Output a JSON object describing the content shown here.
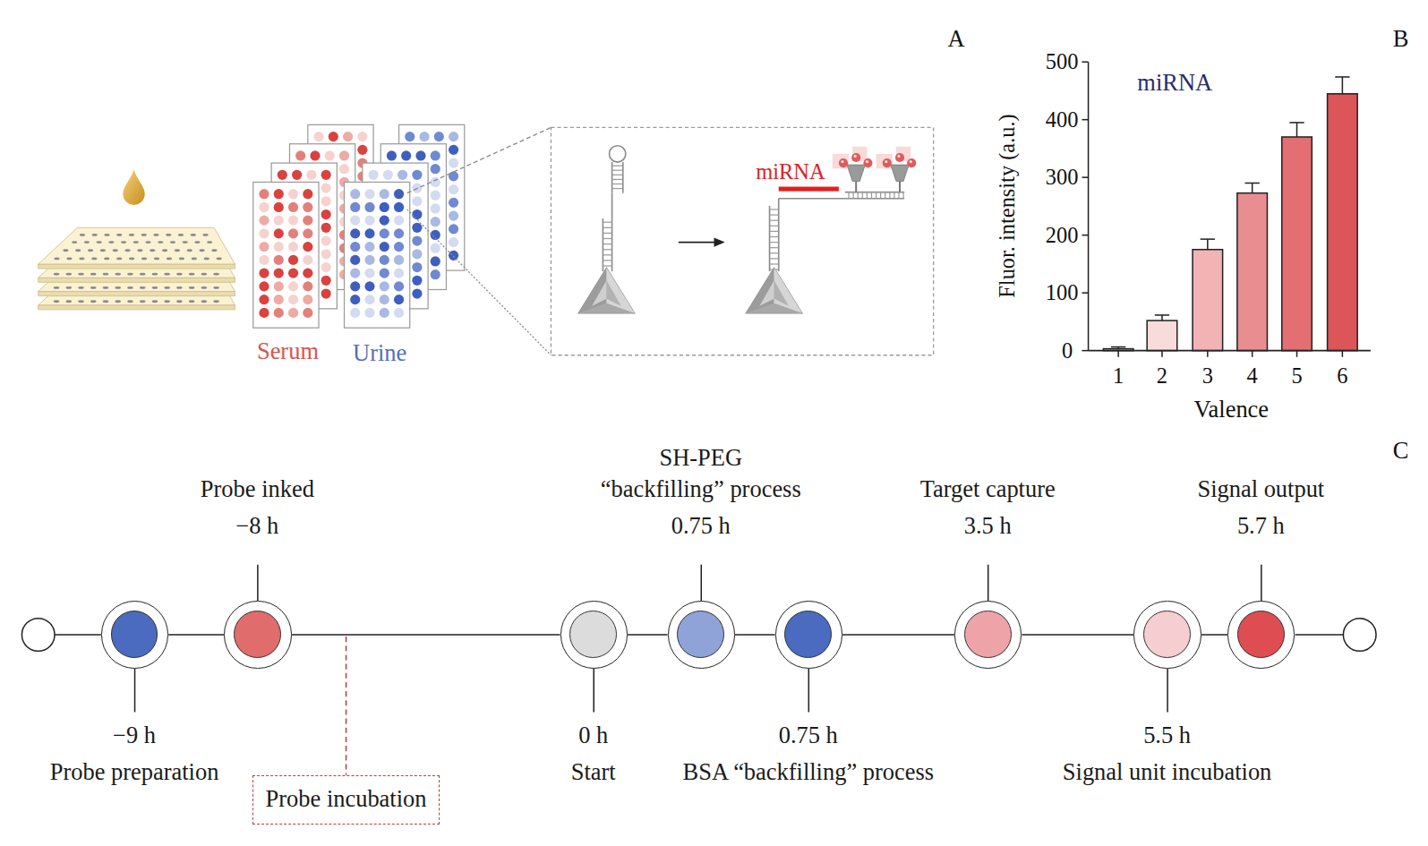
{
  "diagram": {
    "nodes": [
      {
        "text": [
          "−9 h",
          "Probe preparation"
        ]
      },
      {
        "text": [
          "Probe inked",
          "−8 h"
        ]
      },
      {
        "text": [
          "Probe incubation"
        ]
      },
      {
        "text": [
          "0 h",
          "Start"
        ]
      },
      {
        "text": [
          "SH-PEG “backfilling” process",
          "0.75 h"
        ]
      },
      {
        "text": [
          "0.75 h",
          "BSA “backfilling” process"
        ]
      },
      {
        "text": [
          "Target capture",
          "3.5 h"
        ]
      },
      {
        "text": [
          "5.5 h",
          "Signal unit incubation"
        ]
      },
      {
        "text": [
          "Signal output",
          "5.7 h"
        ]
      }
    ],
    "edges": [
      {
        "from": 0,
        "to": 1,
        "arrow": "none"
      },
      {
        "from": 1,
        "to": 3,
        "arrow": "none"
      },
      {
        "from": 3,
        "to": 4,
        "arrow": "none"
      },
      {
        "from": 4,
        "to": 5,
        "arrow": "none"
      },
      {
        "from": 5,
        "to": 6,
        "arrow": "none"
      },
      {
        "from": 6,
        "to": 7,
        "arrow": "none"
      },
      {
        "from": 7,
        "to": 8,
        "arrow": "none"
      }
    ],
    "labels": [
      "A",
      "Serum",
      "Urine",
      "miRNA",
      "B",
      "miRNA",
      "500",
      "400",
      "300",
      "200",
      "100",
      "0",
      "Fluor. intensity (a.u.)",
      "1",
      "2",
      "3",
      "4",
      "5",
      "6",
      "Valence",
      "C"
    ]
  }
}
